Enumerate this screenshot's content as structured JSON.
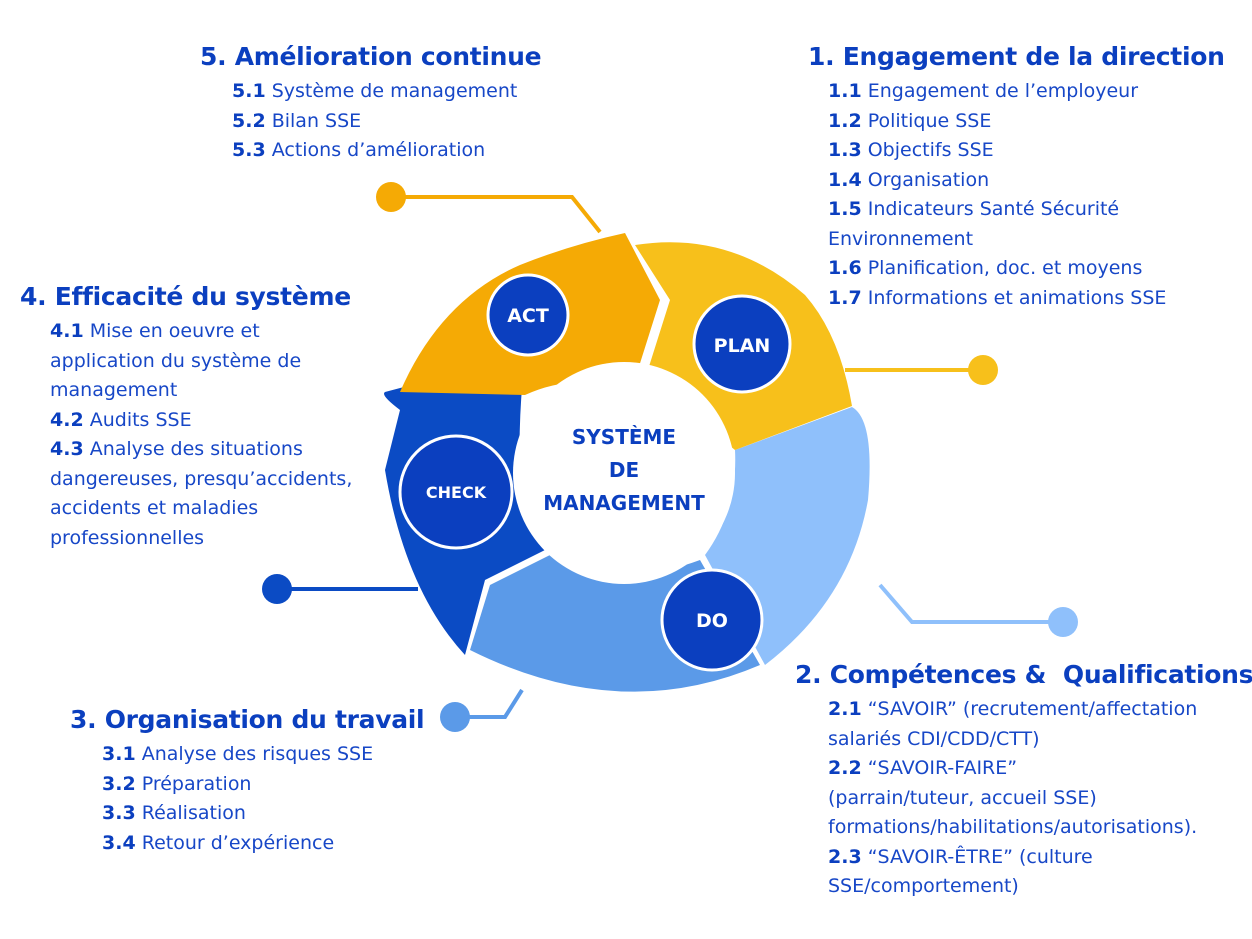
{
  "center": {
    "line1": "SYSTÈME",
    "line2": "DE",
    "line3": "MANAGEMENT"
  },
  "phases": {
    "plan": "PLAN",
    "do": "DO",
    "check": "CHECK",
    "act": "ACT"
  },
  "colors": {
    "plan": "#f7c01b",
    "act": "#f5aa05",
    "do_light": "#8fc0fb",
    "do_mid": "#5b9ae8",
    "check": "#0b4bc4",
    "circle": "#0b3fbf",
    "text": "#0b3fbf"
  },
  "sections": {
    "s1": {
      "title": "1. Engagement de la direction",
      "items": [
        {
          "num": "1.1",
          "text": "Engagement de l’employeur"
        },
        {
          "num": "1.2",
          "text": "Politique SSE"
        },
        {
          "num": "1.3",
          "text": "Objectifs SSE"
        },
        {
          "num": "1.4",
          "text": "Organisation"
        },
        {
          "num": "1.5",
          "text": "Indicateurs Santé Sécurité Environnement"
        },
        {
          "num": "1.6",
          "text": "Planification, doc. et moyens"
        },
        {
          "num": "1.7",
          "text": "Informations et animations SSE"
        }
      ]
    },
    "s2": {
      "title": "2. Compétences &  Qualifications",
      "items": [
        {
          "num": "2.1",
          "text": "“SAVOIR” (recrutement/affectation salariés CDI/CDD/CTT)"
        },
        {
          "num": "2.2",
          "text": "“SAVOIR-FAIRE” (parrain/tuteur, accueil SSE) formations/habilitations/autorisations)."
        },
        {
          "num": "2.3",
          "text": "“SAVOIR-ÊTRE” (culture SSE/comportement)"
        }
      ]
    },
    "s3": {
      "title": "3. Organisation du travail",
      "items": [
        {
          "num": "3.1",
          "text": "Analyse des risques SSE"
        },
        {
          "num": "3.2",
          "text": "Préparation"
        },
        {
          "num": "3.3",
          "text": "Réalisation"
        },
        {
          "num": "3.4",
          "text": "Retour d’expérience"
        }
      ]
    },
    "s4": {
      "title": "4. Efficacité du système",
      "items": [
        {
          "num": "4.1",
          "text": "Mise en oeuvre et application du système de management"
        },
        {
          "num": "4.2",
          "text": "Audits SSE"
        },
        {
          "num": "4.3",
          "text": "Analyse des situations dangereuses, presqu’accidents, accidents et maladies professionnelles"
        }
      ]
    },
    "s5": {
      "title": "5. Amélioration continue",
      "items": [
        {
          "num": "5.1",
          "text": "Système de management"
        },
        {
          "num": "5.2",
          "text": "Bilan SSE"
        },
        {
          "num": "5.3",
          "text": "Actions d’amélioration"
        }
      ]
    }
  }
}
